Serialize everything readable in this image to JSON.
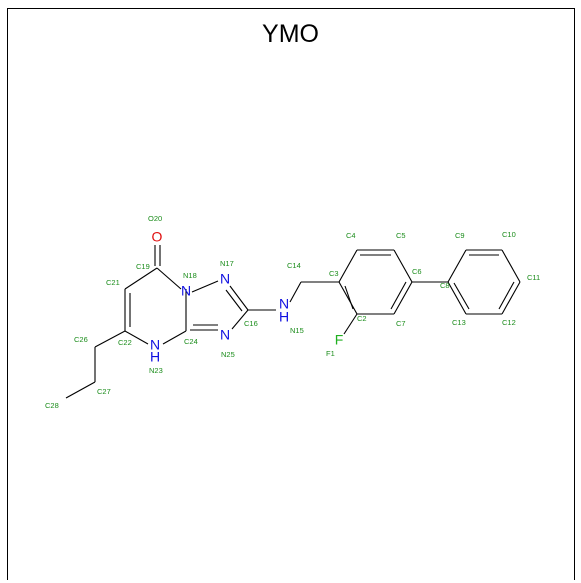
{
  "title": "YMO",
  "colors": {
    "carbon_label": "#1a8c1a",
    "nitrogen": "#1010e0",
    "oxygen": "#e01010",
    "fluorine": "#20b020",
    "bond": "#000000"
  },
  "atom_labels": [
    {
      "id": "F1",
      "text": "F1"
    },
    {
      "id": "C2",
      "text": "C2"
    },
    {
      "id": "C3",
      "text": "C3"
    },
    {
      "id": "C4",
      "text": "C4"
    },
    {
      "id": "C5",
      "text": "C5"
    },
    {
      "id": "C6",
      "text": "C6"
    },
    {
      "id": "C7",
      "text": "C7"
    },
    {
      "id": "C8",
      "text": "C8"
    },
    {
      "id": "C9",
      "text": "C9"
    },
    {
      "id": "C10",
      "text": "C10"
    },
    {
      "id": "C11",
      "text": "C11"
    },
    {
      "id": "C12",
      "text": "C12"
    },
    {
      "id": "C13",
      "text": "C13"
    },
    {
      "id": "C14",
      "text": "C14"
    },
    {
      "id": "N15",
      "text": "N15"
    },
    {
      "id": "C16",
      "text": "C16"
    },
    {
      "id": "N17",
      "text": "N17"
    },
    {
      "id": "N18",
      "text": "N18"
    },
    {
      "id": "C19",
      "text": "C19"
    },
    {
      "id": "O20",
      "text": "O20"
    },
    {
      "id": "C21",
      "text": "C21"
    },
    {
      "id": "C22",
      "text": "C22"
    },
    {
      "id": "N23",
      "text": "N23"
    },
    {
      "id": "C24",
      "text": "C24"
    },
    {
      "id": "N25",
      "text": "N25"
    },
    {
      "id": "C26",
      "text": "C26"
    },
    {
      "id": "C27",
      "text": "C27"
    },
    {
      "id": "C28",
      "text": "C28"
    }
  ],
  "element_symbols": {
    "O20": "O",
    "N17": "N",
    "N18": "N",
    "N25": "N",
    "N15": "N",
    "H15": "H",
    "N23": "N",
    "H23": "H",
    "F1": "F"
  }
}
